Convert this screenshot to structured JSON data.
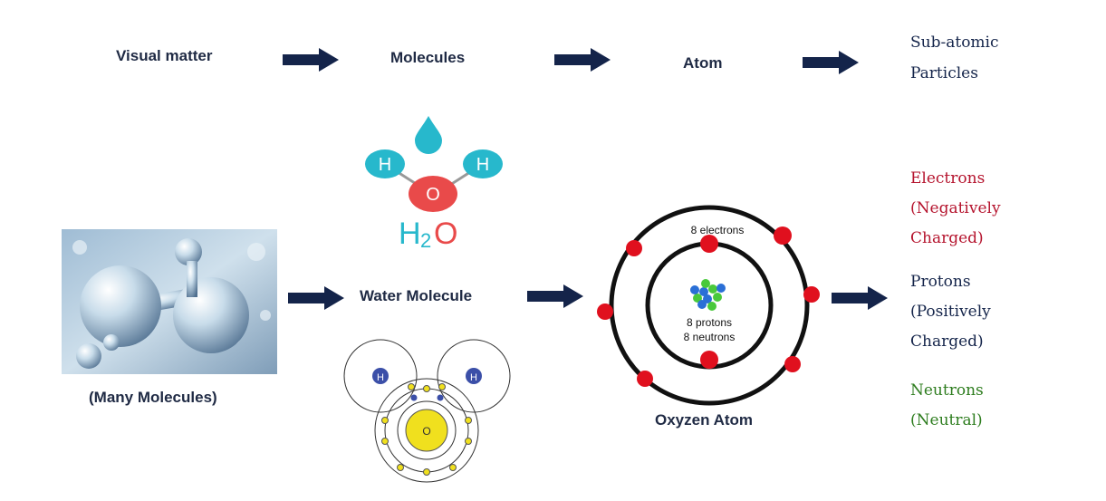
{
  "flow": {
    "visual_matter": "Visual matter",
    "molecules": "Molecules",
    "atom": "Atom",
    "subatomic_line1": "Sub-atomic",
    "subatomic_line2": "Particles"
  },
  "left": {
    "caption": "(Many Molecules)"
  },
  "water": {
    "label": "Water Molecule",
    "h_letter": "H",
    "o_letter": "O",
    "formula_h": "H",
    "formula_sub": "2",
    "formula_o": "O"
  },
  "oxygen": {
    "label": "Oxyzen Atom",
    "electrons": "8 electrons",
    "protons": "8 protons",
    "neutrons": "8 neutrons"
  },
  "particles": {
    "electrons": [
      "Electrons",
      "(Negatively",
      "Charged)"
    ],
    "protons": [
      "Protons",
      "(Positively",
      "Charged)"
    ],
    "neutrons": [
      "Neutrons",
      "(Neutral)"
    ]
  },
  "colors": {
    "navy": "#14244a",
    "electron_red": "#e0101e",
    "electrons_text": "#b5142e",
    "neutrons_text": "#2e7d1f",
    "cyan": "#27b8cc",
    "o_red": "#e94a4a"
  },
  "icons": [
    "arrow-right-icon",
    "droplet-icon"
  ]
}
